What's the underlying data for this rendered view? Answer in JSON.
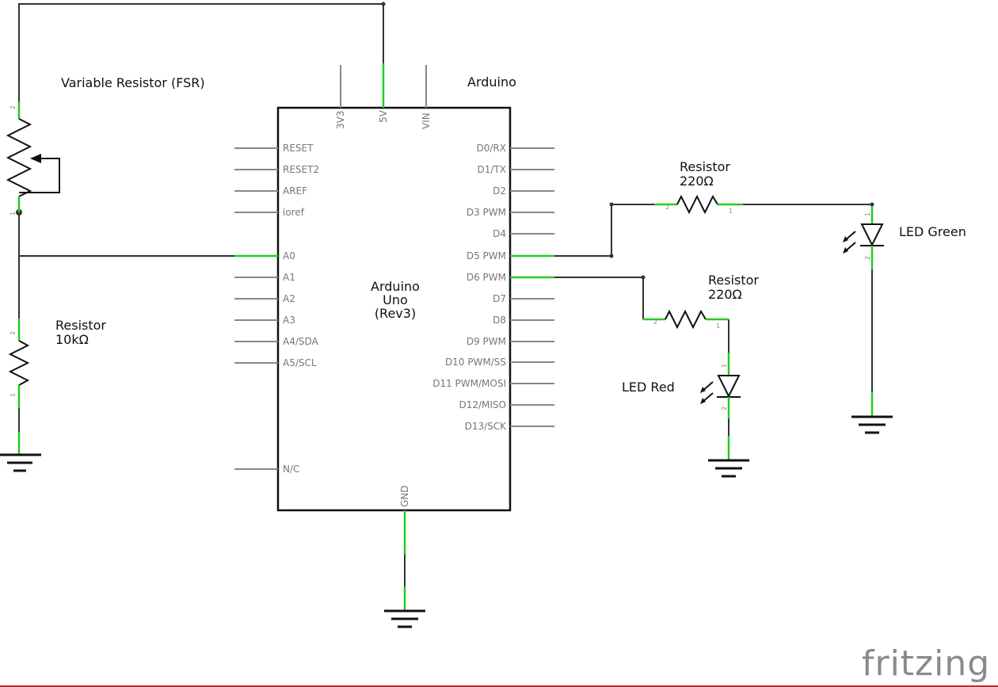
{
  "labels": {
    "fsr": "Variable Resistor (FSR)",
    "arduino": "Arduino",
    "board_line1": "Arduino",
    "board_line2": "Uno",
    "board_line3": "(Rev3)",
    "r10k_line1": "Resistor",
    "r10k_line2": "10kΩ",
    "r220a_line1": "Resistor",
    "r220a_line2": "220Ω",
    "r220b_line1": "Resistor",
    "r220b_line2": "220Ω",
    "led_green": "LED Green",
    "led_red": "LED Red"
  },
  "pins": {
    "top": [
      "3V3",
      "5V",
      "VIN"
    ],
    "left": [
      "RESET",
      "RESET2",
      "AREF",
      "ioref",
      "A0",
      "A1",
      "A2",
      "A3",
      "A4/SDA",
      "A5/SCL",
      "N/C"
    ],
    "right": [
      "D0/RX",
      "D1/TX",
      "D2",
      "D3 PWM",
      "D4",
      "D5 PWM",
      "D6 PWM",
      "D7",
      "D8",
      "D9 PWM",
      "D10 PWM/SS",
      "D11 PWM/MOSI",
      "D12/MISO",
      "D13/SCK"
    ],
    "bottom": "GND"
  },
  "pin_numbers": {
    "one": "1",
    "two": "2"
  },
  "logo": "fritzing"
}
